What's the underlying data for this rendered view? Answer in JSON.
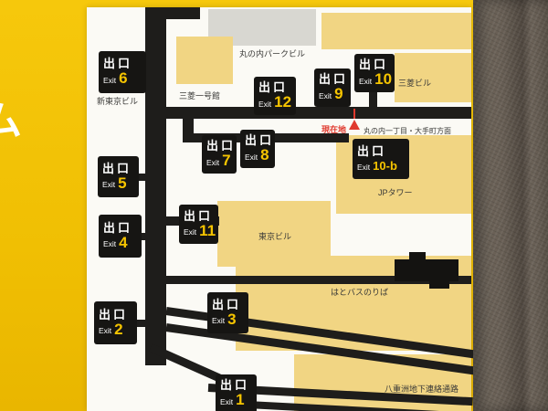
{
  "sign": {
    "left_strip_text": "ム",
    "colors": {
      "sign_yellow": "#f0c004",
      "panel_white": "#fbfaf5",
      "building_tan": "#f1d583",
      "building_gray": "#d8d7d1",
      "road_black": "#1e1d1b",
      "exit_box_black": "#161513",
      "exit_number_yellow": "#f5c400",
      "marker_red": "#e0392e",
      "wall_brown": "#665e54"
    }
  },
  "map": {
    "exit_word_jp": "出口",
    "exit_word_en": "Exit",
    "exits": [
      {
        "number": "6"
      },
      {
        "number": "12"
      },
      {
        "number": "9"
      },
      {
        "number": "10"
      },
      {
        "number": "7"
      },
      {
        "number": "8"
      },
      {
        "number": "10-b"
      },
      {
        "number": "5"
      },
      {
        "number": "11"
      },
      {
        "number": "4"
      },
      {
        "number": "3"
      },
      {
        "number": "2"
      },
      {
        "number": "1"
      }
    ],
    "buildings": [
      {
        "name": "丸の内パークビル"
      },
      {
        "name": "三菱一号館"
      },
      {
        "name": "新東京ビル"
      },
      {
        "name": "三菱ビル"
      },
      {
        "name": "JPタワー"
      },
      {
        "name": "東京ビル"
      },
      {
        "name": "はとバスのりば"
      },
      {
        "name": "八重洲地下連絡通路"
      }
    ],
    "current_location_label": "現在地",
    "direction_label": "丸の内一丁目・大手町方面"
  }
}
